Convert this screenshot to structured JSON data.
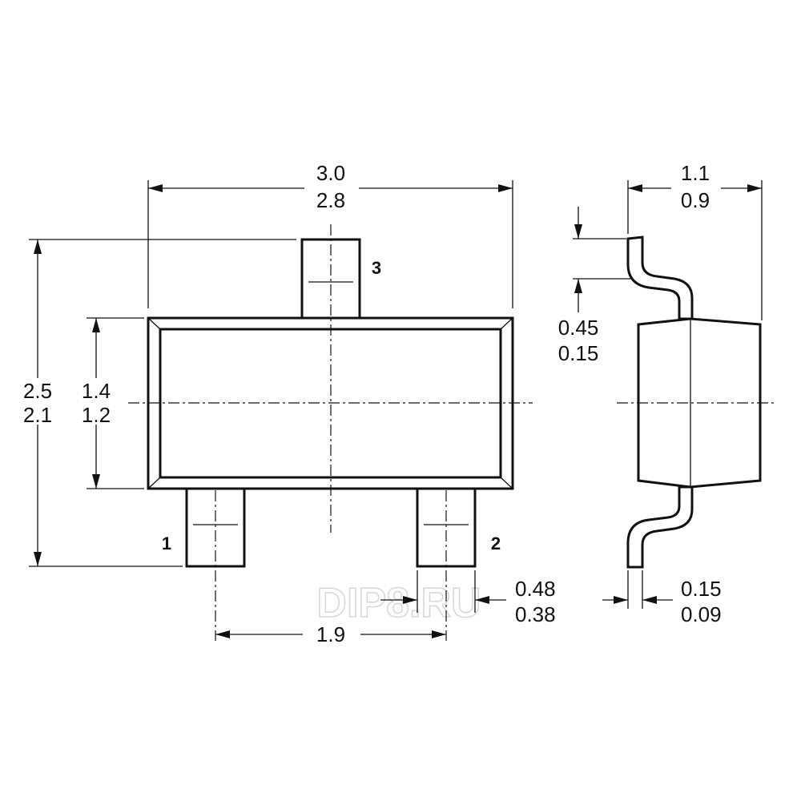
{
  "dimensions": {
    "body_length": {
      "max": "3.0",
      "min": "2.8"
    },
    "overall_width": {
      "max": "2.5",
      "min": "2.1"
    },
    "body_width": {
      "max": "1.4",
      "min": "1.2"
    },
    "pin_pitch": {
      "value": "1.9"
    },
    "lead_width": {
      "max": "0.48",
      "min": "0.38"
    },
    "height": {
      "max": "1.1",
      "min": "0.9"
    },
    "standoff": {
      "max": "0.45",
      "min": "0.15"
    },
    "lead_thickness": {
      "max": "0.15",
      "min": "0.09"
    }
  },
  "pins": {
    "pin1": "1",
    "pin2": "2",
    "pin3": "3"
  },
  "watermark": "DIP8.RU"
}
